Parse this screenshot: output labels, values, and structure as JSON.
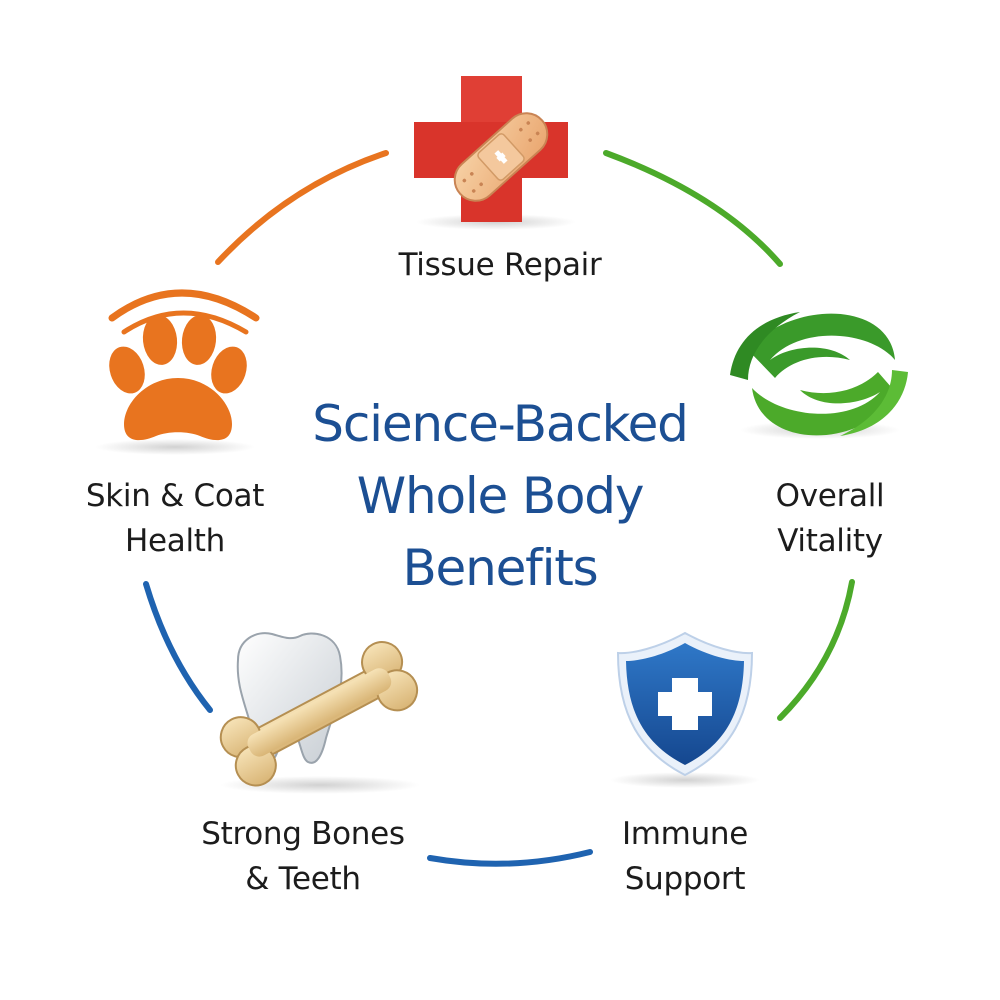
{
  "title": {
    "line1": "Science-Backed",
    "line2": "Whole Body",
    "line3": "Benefits"
  },
  "benefits": {
    "tissue_repair": {
      "line1": "Tissue Repair",
      "icon": "bandage-cross-icon"
    },
    "overall_vitality": {
      "line1": "Overall",
      "line2": "Vitality",
      "icon": "swirl-icon"
    },
    "immune_support": {
      "line1": "Immune",
      "line2": "Support",
      "icon": "shield-cross-icon"
    },
    "bones_teeth": {
      "line1": "Strong Bones",
      "line2": "& Teeth",
      "icon": "tooth-bone-icon"
    },
    "skin_coat": {
      "line1": "Skin & Coat",
      "line2": "Health",
      "icon": "paw-icon"
    }
  },
  "colors": {
    "title": "#1c4f93",
    "red": "#d9342b",
    "green": "#4caa2a",
    "blue": "#1f63b0",
    "orange": "#e8741f",
    "bone": "#e9c98f"
  }
}
